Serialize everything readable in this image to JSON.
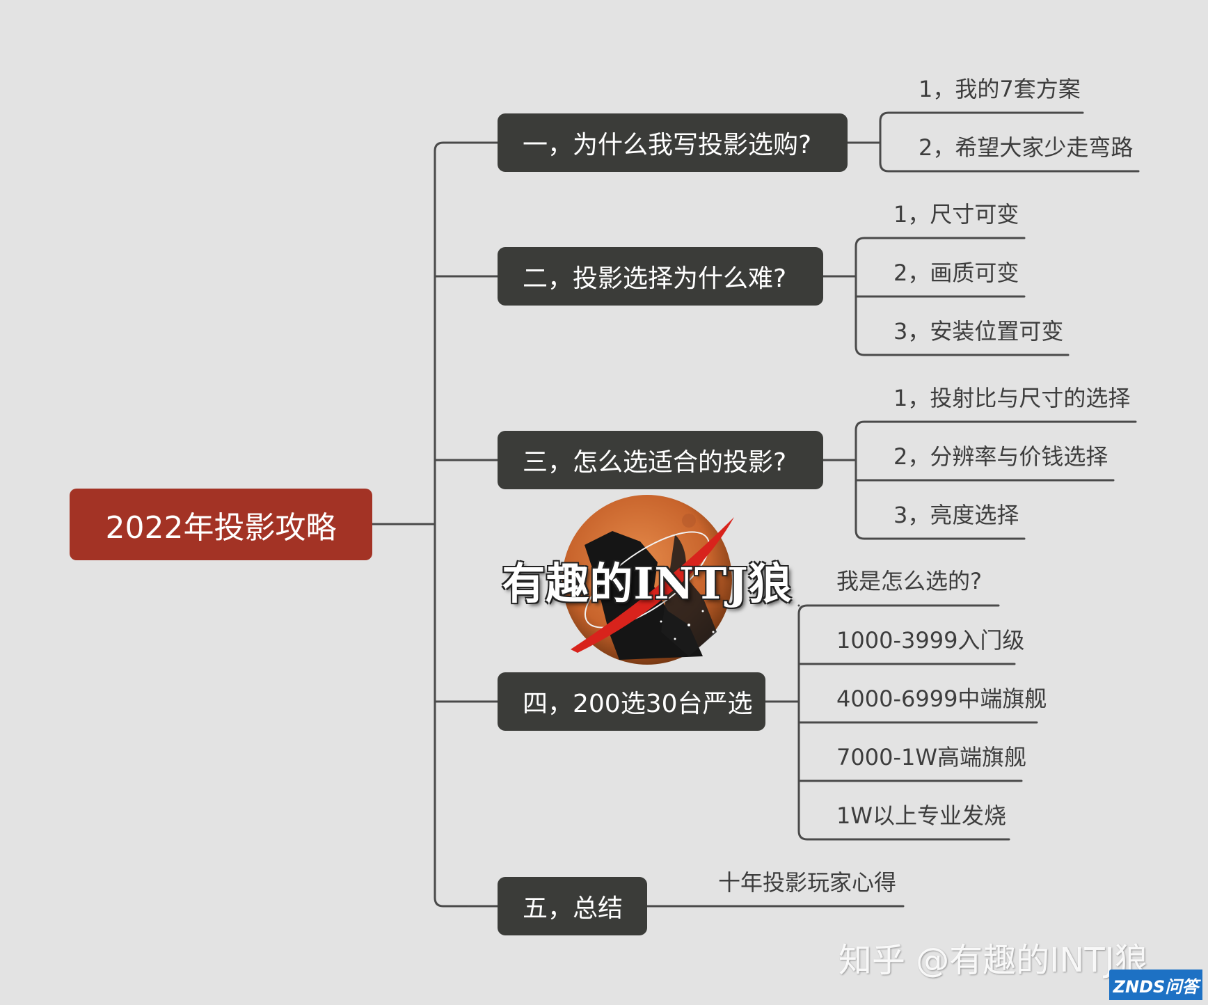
{
  "root": {
    "label": "2022年投影攻略",
    "color": "#a33325"
  },
  "branches": [
    {
      "label": "一，为什么我写投影选购?",
      "children": [
        "1，我的7套方案",
        "2，希望大家少走弯路"
      ]
    },
    {
      "label": "二，投影选择为什么难?",
      "children": [
        "1，尺寸可变",
        "2，画质可变",
        "3，安装位置可变"
      ]
    },
    {
      "label": "三，怎么选适合的投影?",
      "children": [
        "1，投射比与尺寸的选择",
        "2，分辨率与价钱选择",
        "3，亮度选择"
      ]
    },
    {
      "label": "四，200选30台严选",
      "children": [
        "我是怎么选的?",
        "1000-3999入门级",
        "4000-6999中端旗舰",
        "7000-1W高端旗舰",
        "1W以上专业发烧"
      ]
    },
    {
      "label": "五，总结",
      "children": [
        "十年投影玩家心得"
      ]
    }
  ],
  "logo": {
    "text": "有趣的INTJ狼",
    "moon_color": "#c8642c",
    "slash_color": "#d8231c"
  },
  "watermark": "知乎 @有趣的INTJ狼",
  "badge": "ZNDS问答",
  "colors": {
    "background": "#e3e3e3",
    "branch": "#3b3c39",
    "line": "#4a4a4a",
    "leaf_text": "#3d3d3d"
  }
}
